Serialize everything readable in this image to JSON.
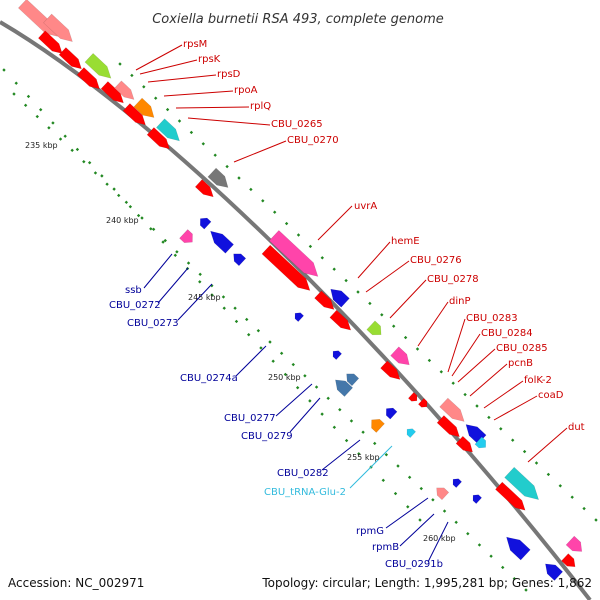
{
  "title": "Coxiella burnetii RSA 493, complete genome",
  "footer": {
    "accession": "Accession: NC_002971",
    "topology": "Topology: circular; Length: 1,995,281 bp; Genes: 1,862"
  },
  "colors": {
    "backbone": "#777777",
    "forward_gene": "#ff0000",
    "reverse_gene": "#0000ff",
    "forward_label": "#cc0000",
    "reverse_label": "#000099",
    "trna_label": "#33bbdd",
    "gc_skew_dot": "#228822"
  },
  "ticks": [
    "235 kbp",
    "240 kbp",
    "245 kbp",
    "250 kbp",
    "255 kbp",
    "260 kbp"
  ],
  "forward_labels": [
    "rpsM",
    "rpsK",
    "rpsD",
    "rpoA",
    "rplQ",
    "CBU_0265",
    "CBU_0270",
    "uvrA",
    "hemE",
    "CBU_0276",
    "CBU_0278",
    "dinP",
    "CBU_0283",
    "CBU_0284",
    "CBU_0285",
    "pcnB",
    "folK-2",
    "coaD",
    "dut"
  ],
  "reverse_labels": [
    "ssb",
    "CBU_0272",
    "CBU_0273",
    "CBU_0274a",
    "CBU_0277",
    "CBU_0279",
    "CBU_0282",
    "CBU_tRNA-Glu-2",
    "rpmG",
    "rpmB",
    "CBU_0291b"
  ]
}
